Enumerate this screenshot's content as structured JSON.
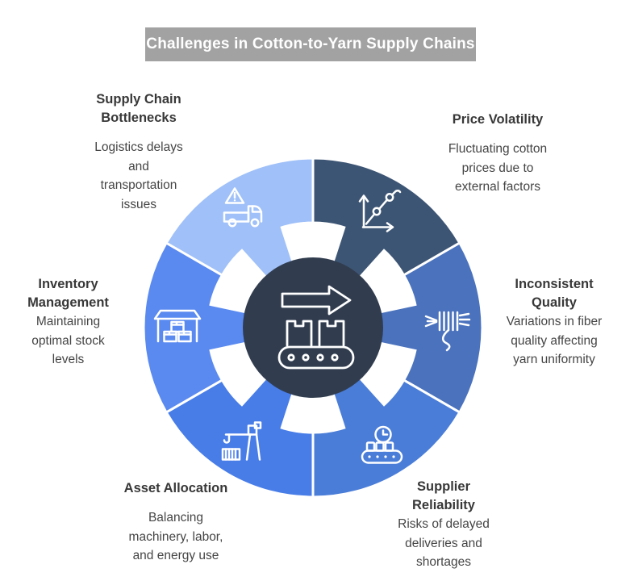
{
  "title": "Challenges in Cotton-to-Yarn Supply Chains",
  "colors": {
    "banner_bg": "#a2a2a2",
    "center_circle": "#313d4f",
    "separator": "#ffffff",
    "icon_stroke": "#ffffff",
    "text": "#3b3b3b"
  },
  "center": {
    "icon": "conveyor-arrow-icon"
  },
  "segments": [
    {
      "id": "price-volatility",
      "title": "Price Volatility",
      "desc": "Fluctuating cotton\nprices due to\nexternal factors",
      "color": "#3d5574",
      "icon": "chart-rising-icon"
    },
    {
      "id": "inconsistent-quality",
      "title": "Inconsistent\nQuality",
      "desc": "Variations in fiber\nquality affecting\nyarn uniformity",
      "color": "#4a72bd",
      "icon": "yarn-fiber-icon"
    },
    {
      "id": "supplier-reliability",
      "title": "Supplier\nReliability",
      "desc": "Risks of delayed\ndeliveries and\nshortages",
      "color": "#4a7dd8",
      "icon": "clock-conveyor-icon"
    },
    {
      "id": "asset-allocation",
      "title": "Asset Allocation",
      "desc": "Balancing\nmachinery, labor,\nand energy use",
      "color": "#487de8",
      "icon": "crane-icon"
    },
    {
      "id": "inventory-management",
      "title": "Inventory\nManagement",
      "desc": "Maintaining\noptimal stock\nlevels",
      "color": "#5a8af0",
      "icon": "warehouse-icon"
    },
    {
      "id": "supply-chain-bottlenecks",
      "title": "Supply Chain\nBottlenecks",
      "desc": "Logistics delays\nand\ntransportation\nissues",
      "color": "#9fc0f8",
      "icon": "truck-warning-icon"
    }
  ]
}
